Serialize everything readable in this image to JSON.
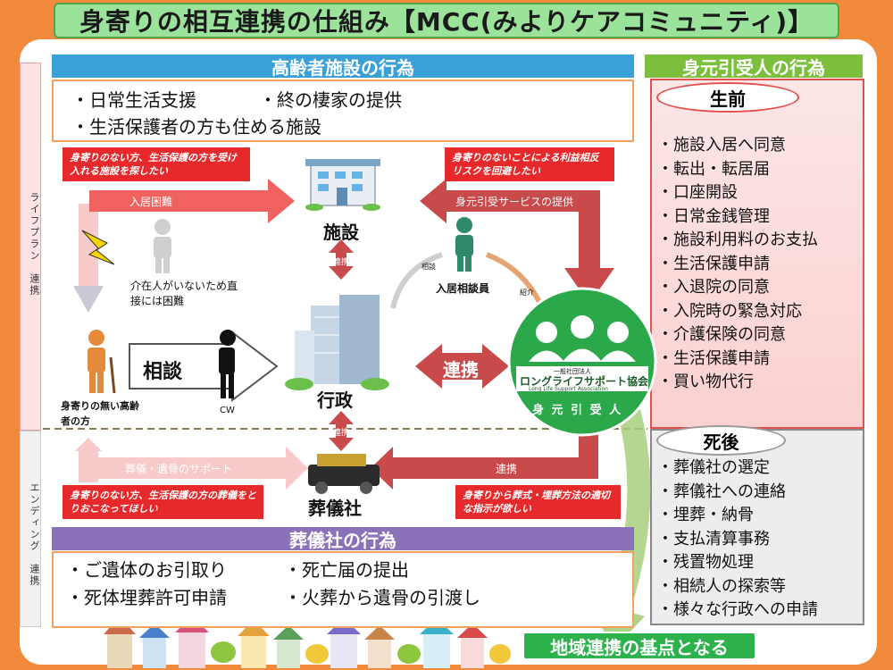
{
  "title": "身寄りの相互連携の仕組み【MCC(みよりケアコミュニティ)】",
  "facility_section": {
    "heading": "高齢者施設の行為",
    "items": [
      "・日常生活支援",
      "・終の棲家の提供",
      "・生活保護者の方も住める施設"
    ]
  },
  "guarantor_section": {
    "heading": "身元引受人の行為",
    "before": {
      "label": "生前",
      "items": [
        "・施設入居へ同意",
        "・転出・転居届",
        "・口座開設",
        "・日常金銭管理",
        "・施設利用料のお支払",
        "・生活保護申請",
        "・入退院の同意",
        "・入院時の緊急対応",
        "・介護保険の同意",
        "・生活保護申請",
        "・買い物代行"
      ]
    },
    "after": {
      "label": "死後",
      "items": [
        "・葬儀社の選定",
        "・葬儀社への連絡",
        "・埋葬・納骨",
        "・支払清算事務",
        "・残置物処理",
        "・相続人の探索等",
        "・様々な行政への申請"
      ]
    }
  },
  "funeral_section": {
    "heading": "葬儀社の行為",
    "items": [
      "・ご遺体のお引取り",
      "・死亡届の提出",
      "・死体埋葬許可申請",
      "・火葬から遺骨の引渡し"
    ]
  },
  "side_labels": {
    "life_plan": "ライフプラン　連携",
    "ending": "エンディング　連携"
  },
  "callouts": {
    "top_left": "身寄りのない方、生活保護の方を受け入れる施設を探したい",
    "top_right": "身寄りのないことによる利益相反リスクを回避したい",
    "bottom_left": "身寄りのない方、生活保護の方の葬儀をとりおこなってほしい",
    "bottom_right": "身寄りから葬式・埋葬方法の適切な指示が欲しい"
  },
  "diagram": {
    "facility": "施設",
    "government": "行政",
    "funeral": "葬儀社",
    "move_in_difficulty": "入居困難",
    "guarantor_service": "身元引受サービスの提供",
    "renkei": "連携",
    "renkei_big": "連携",
    "consultation": "相談",
    "consult_small": "相談",
    "introduction": "紹介",
    "counselor": "入居相談員",
    "mediator_note": "介在人がいないため直接には困難",
    "elderly": "身寄りの無い高齢者の方",
    "cw": "CW",
    "funeral_support": "葬儀・遺骨のサポート",
    "funeral_link": "連携",
    "org_small": "一般社団法人",
    "org_name": "ロングライフサポート協会",
    "org_en": "Long Life Support Association",
    "org_role": "身 元 引 受 人"
  },
  "footer": "地域連携の基点となる"
}
